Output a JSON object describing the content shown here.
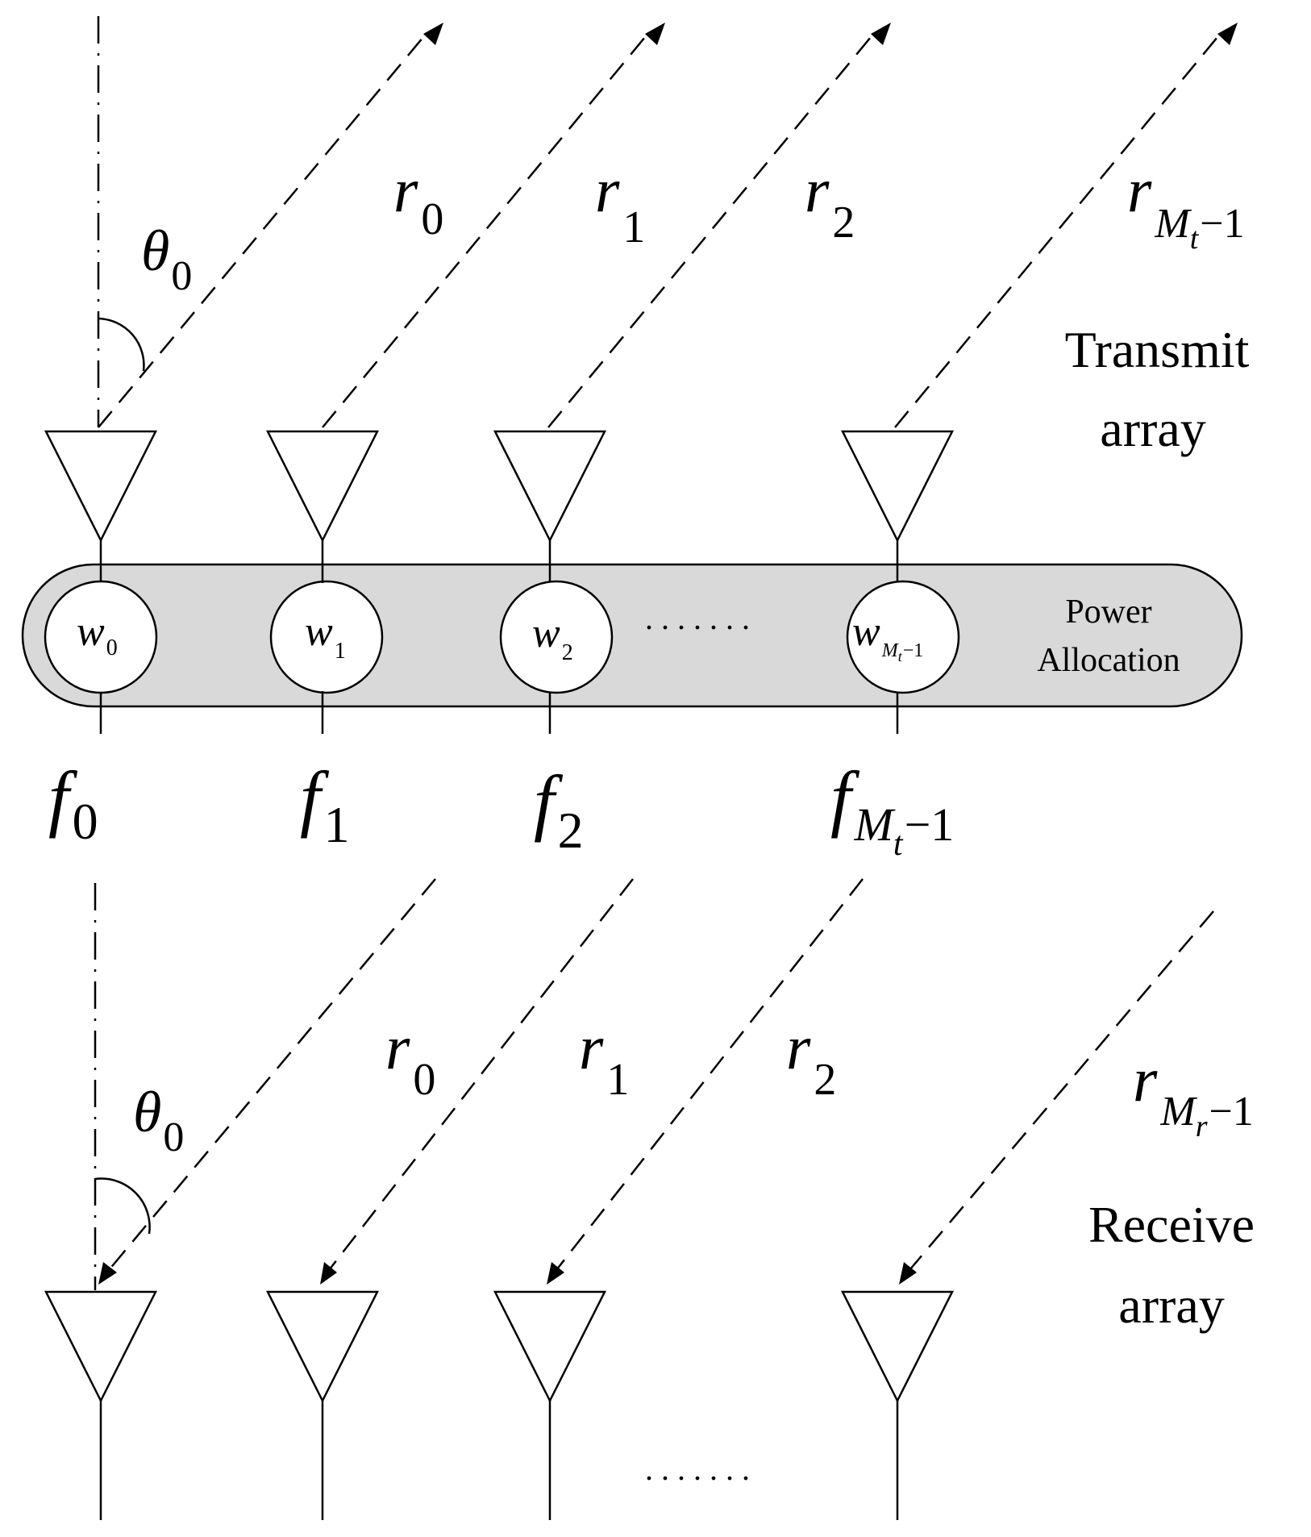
{
  "transmit": {
    "theta": {
      "sym": "θ",
      "sub": "0"
    },
    "ranges": [
      {
        "sym": "r",
        "sub": "0"
      },
      {
        "sym": "r",
        "sub": "1"
      },
      {
        "sym": "r",
        "sub": "2"
      },
      {
        "sym": "r",
        "subM": "M",
        "subT": "t",
        "subEnd": "−1"
      }
    ],
    "label_line1": "Transmit",
    "label_line2": "array"
  },
  "power": {
    "weights": [
      {
        "sym": "w",
        "sub": "0"
      },
      {
        "sym": "w",
        "sub": "1"
      },
      {
        "sym": "w",
        "sub": "2"
      },
      {
        "sym": "w",
        "subM": "M",
        "subT": "t",
        "subEnd": "−1"
      }
    ],
    "dots": ". . . . . . .",
    "label_line1": "Power",
    "label_line2": "Allocation",
    "fill_color": "#d9d9d9"
  },
  "frequencies": [
    {
      "sym": "f",
      "sub": "0"
    },
    {
      "sym": "f",
      "sub": "1"
    },
    {
      "sym": "f",
      "sub": "2"
    },
    {
      "sym": "f",
      "subM": "M",
      "subT": "t",
      "subEnd": "−1"
    }
  ],
  "receive": {
    "theta": {
      "sym": "θ",
      "sub": "0"
    },
    "ranges": [
      {
        "sym": "r",
        "sub": "0"
      },
      {
        "sym": "r",
        "sub": "1"
      },
      {
        "sym": "r",
        "sub": "2"
      },
      {
        "sym": "r",
        "subM": "M",
        "subT": "r",
        "subEnd": "−1"
      }
    ],
    "label_line1": "Receive",
    "label_line2": "array",
    "dots": ". . . . . . ."
  }
}
